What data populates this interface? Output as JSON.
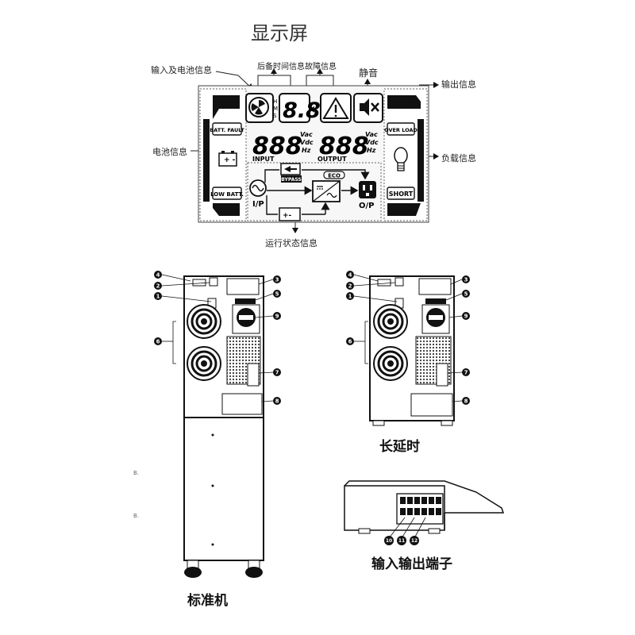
{
  "title": "显示屏",
  "lcd": {
    "annotations": {
      "input_batt_info": "输入及电池信息",
      "backup_time_info": "后备时间信息",
      "fault_info": "故障信息",
      "mute": "静音",
      "output_info": "输出信息",
      "battery_info": "电池信息",
      "load_info": "负载信息",
      "run_status_info": "运行状态信息"
    },
    "segments": {
      "time_digits": "8.8",
      "input_digits": "888",
      "output_digits": "888",
      "hms": [
        "H",
        "M",
        "S"
      ]
    },
    "units": {
      "vac": "Vac",
      "vdc": "Vdc",
      "hz": "Hz"
    },
    "labels": {
      "batt_fault": "BATT. FAULT",
      "low_batt": "LOW BATT.",
      "over_load": "OVER LOAD",
      "short": "SHORT",
      "input": "INPUT",
      "output": "OUTPUT",
      "bypass": "BYPASS",
      "eco": "ECO",
      "ip": "I/P",
      "op": "O/P",
      "chevrons": "«"
    }
  },
  "panels": {
    "standard": {
      "label": "标准机",
      "callouts": [
        "4",
        "2",
        "1",
        "6",
        "3",
        "5",
        "9",
        "7",
        "8"
      ]
    },
    "long_backup": {
      "label": "长延时",
      "callouts": [
        "4",
        "2",
        "1",
        "6",
        "3",
        "5",
        "9",
        "7",
        "8"
      ]
    },
    "terminals": {
      "label": "输入输出端子",
      "callouts": [
        "10",
        "11",
        "12"
      ]
    }
  },
  "side_marks": [
    "B.",
    "B."
  ]
}
